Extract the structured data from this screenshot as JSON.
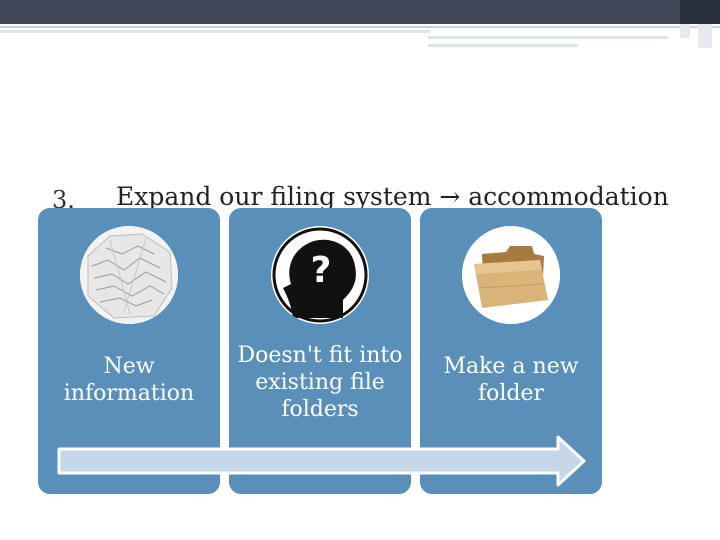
{
  "heading": {
    "number": "3.",
    "text_before": "Expand our filing system",
    "arrow_glyph": "→",
    "text_after": "accommodation"
  },
  "cards": [
    {
      "label": "New information",
      "icon": "crumpled-paper-icon"
    },
    {
      "label": "Doesn't fit into existing file folders",
      "icon": "question-head-icon"
    },
    {
      "label": "Make a new folder",
      "icon": "manila-folder-icon"
    }
  ],
  "colors": {
    "card_fill": "#5a8fba",
    "top_bar": "#3e4658",
    "arrow_fill": "#c6d7ea"
  }
}
